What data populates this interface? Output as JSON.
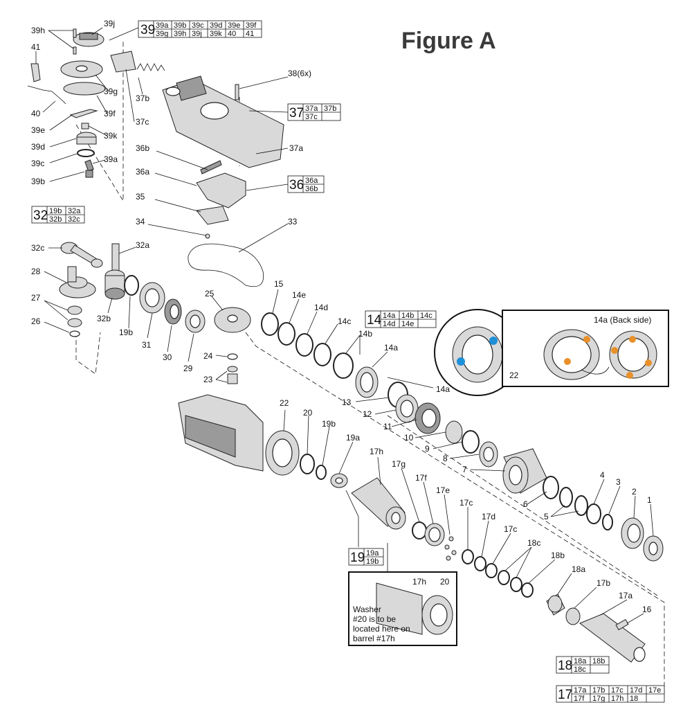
{
  "figure": {
    "title": "Figure A"
  },
  "labels": {
    "l39h": "39h",
    "l39j": "39j",
    "l41": "41",
    "l39g": "39g",
    "l40": "40",
    "l39f": "39f",
    "l39e": "39e",
    "l39k": "39k",
    "l39d": "39d",
    "l39c": "39c",
    "l39a": "39a",
    "l39b": "39b",
    "l37b": "37b",
    "l37c": "37c",
    "l38": "38(6x)",
    "l37a": "37a",
    "l36b": "36b",
    "l36a": "36a",
    "l35": "35",
    "l34": "34",
    "l33": "33",
    "l32a": "32a",
    "l32c": "32c",
    "l28": "28",
    "l27": "27",
    "l26": "26",
    "l32b": "32b",
    "l19b_top": "19b",
    "l31": "31",
    "l30": "30",
    "l29": "29",
    "l25": "25",
    "l24": "24",
    "l23": "23",
    "l15": "15",
    "l14e": "14e",
    "l14d": "14d",
    "l14c": "14c",
    "l14b": "14b",
    "l14a": "14a",
    "l14a_b": "14a",
    "l13": "13",
    "l12": "12",
    "l11": "11",
    "l10": "10",
    "l9": "9",
    "l8": "8",
    "l7": "7",
    "l6": "6",
    "l5": "5",
    "l4": "4",
    "l3": "3",
    "l2": "2",
    "l1": "1",
    "l22": "22",
    "l20": "20",
    "l19b": "19b",
    "l19a": "19a",
    "l17h": "17h",
    "l17g": "17g",
    "l17f": "17f",
    "l17e": "17e",
    "l17c": "17c",
    "l17d": "17d",
    "l17c2": "17c",
    "l18c": "18c",
    "l18b": "18b",
    "l18a": "18a",
    "l17b": "17b",
    "l17a": "17a",
    "l16": "16",
    "inset_22": "22",
    "inset_14a_back": "14a (Back side)",
    "note_17h": "17h",
    "note_20": "20"
  },
  "note": {
    "line1": "Washer",
    "line2": "#20 is to be",
    "line3": "located here on",
    "line4": "barrel #17h"
  },
  "kits": {
    "k39": {
      "num": "39",
      "cells": [
        "39a",
        "39b",
        "39c",
        "39d",
        "39e",
        "39f",
        "39g",
        "39h",
        "39j",
        "39k",
        "40",
        "41"
      ]
    },
    "k37": {
      "num": "37",
      "cells": [
        "37a",
        "37b",
        "37c",
        ""
      ]
    },
    "k36": {
      "num": "36",
      "cells": [
        "36a",
        "36b"
      ]
    },
    "k32": {
      "num": "32",
      "cells": [
        "19b",
        "32a",
        "32b",
        "32c"
      ]
    },
    "k14": {
      "num": "14",
      "cells": [
        "14a",
        "14b",
        "14c",
        "14d",
        "14e",
        ""
      ]
    },
    "k19": {
      "num": "19",
      "cells": [
        "19a",
        "19b"
      ]
    },
    "k18": {
      "num": "18",
      "cells": [
        "18a",
        "18b",
        "18c",
        ""
      ]
    },
    "k17": {
      "num": "17",
      "cells": [
        "17a",
        "17b",
        "17c",
        "17d",
        "17e",
        "17f",
        "17g",
        "17h",
        "18",
        ""
      ]
    }
  },
  "colors": {
    "marker_blue": "#1e90d8",
    "marker_orange": "#e8902a",
    "title_gray": "#3a3a3a"
  }
}
